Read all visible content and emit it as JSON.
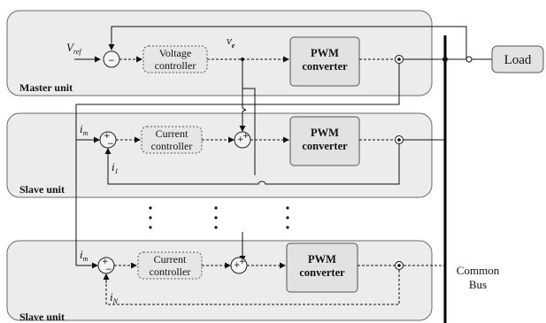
{
  "units": {
    "master": "Master unit",
    "slave1": "Slave unit",
    "slaveN": "Slave unit"
  },
  "blocks": {
    "voltage_controller": [
      "Voltage",
      "controller"
    ],
    "current_controller": [
      "Current",
      "controller"
    ],
    "pwm_converter": [
      "PWM",
      "converter"
    ]
  },
  "signals": {
    "vref": "V",
    "vref_sub": "ref",
    "ve": "v",
    "ve_sub": "e",
    "im": "i",
    "im_sub": "m",
    "i1": "i",
    "i1_sub": "1",
    "iN": "i",
    "iN_sub": "N"
  },
  "signs": {
    "minus": "−",
    "plus": "+"
  },
  "load": "Load",
  "bus_label": [
    "Common",
    "Bus"
  ]
}
